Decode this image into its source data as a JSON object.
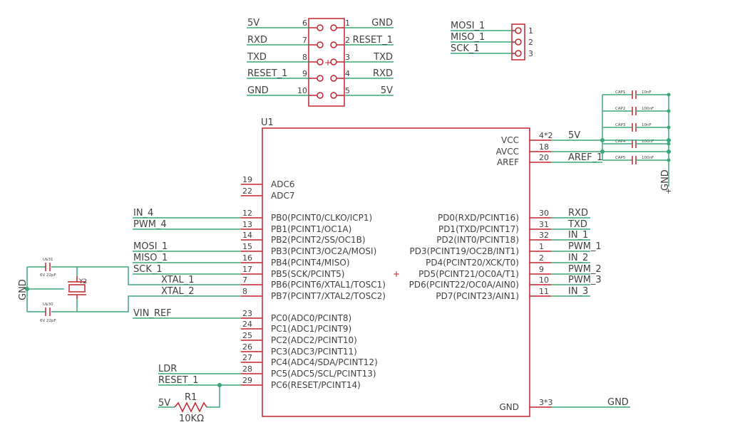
{
  "colors": {
    "wire": "#38a878",
    "symbol": "#c4222c",
    "text": "#404040",
    "background": "#ffffff"
  },
  "header6": {
    "left": [
      {
        "net": "5V",
        "pin": "6"
      },
      {
        "net": "RXD",
        "pin": "7"
      },
      {
        "net": "TXD",
        "pin": "8"
      },
      {
        "net": "RESET_1",
        "pin": "9"
      },
      {
        "net": "GND",
        "pin": "10"
      }
    ],
    "right": [
      {
        "net": "GND",
        "pin": "1"
      },
      {
        "net": "RESET_1",
        "pin": "2"
      },
      {
        "net": "TXD",
        "pin": "3"
      },
      {
        "net": "RXD",
        "pin": "4"
      },
      {
        "net": "5V",
        "pin": "5"
      }
    ]
  },
  "header3": {
    "pins": [
      {
        "net": "MOSI_1",
        "pin": "1"
      },
      {
        "net": "MISO_1",
        "pin": "2"
      },
      {
        "net": "SCK_1",
        "pin": "3"
      }
    ]
  },
  "caps": {
    "items": [
      {
        "name": "CAP1",
        "value": "10nF"
      },
      {
        "name": "CAP2",
        "value": "100nF"
      },
      {
        "name": "CAP3",
        "value": "10nF"
      },
      {
        "name": "CAP4",
        "value": "100nF"
      },
      {
        "name": "CAP5",
        "value": "100nF"
      }
    ],
    "gnd": "GND"
  },
  "u1": {
    "name": "U1",
    "left_pins": [
      {
        "num": "19",
        "name": "ADC6",
        "net": ""
      },
      {
        "num": "22",
        "name": "ADC7",
        "net": ""
      },
      {
        "num": "12",
        "name": "PB0(PCINT0/CLKO/ICP1)",
        "net": "IN_4"
      },
      {
        "num": "13",
        "name": "PB1(PCINT1/OC1A)",
        "net": "PWM_4"
      },
      {
        "num": "14",
        "name": "PB2(PCINT2/SS/OC1B)",
        "net": ""
      },
      {
        "num": "15",
        "name": "PB3(PCINT3/OC2A/MOSI)",
        "net": "MOSI_1"
      },
      {
        "num": "16",
        "name": "PB4(PCINT4/MISO)",
        "net": "MISO_1"
      },
      {
        "num": "17",
        "name": "PB5(SCK/PCINT5)",
        "net": "SCK_1"
      },
      {
        "num": "7",
        "name": "PB6(PCINT6/XTAL1/TOSC1)",
        "net": "XTAL_1"
      },
      {
        "num": "8",
        "name": "PB7(PCINT7/XTAL2/TOSC2)",
        "net": "XTAL_2"
      },
      {
        "num": "23",
        "name": "PC0(ADC0/PCINT8)",
        "net": "VIN_REF"
      },
      {
        "num": "24",
        "name": "PC1(ADC1/PCINT9)",
        "net": ""
      },
      {
        "num": "25",
        "name": "PC2(ADC2/PCINT10)",
        "net": ""
      },
      {
        "num": "26",
        "name": "PC3(ADC3/PCINT11)",
        "net": ""
      },
      {
        "num": "27",
        "name": "PC4(ADC4/SDA/PCINT12)",
        "net": ""
      },
      {
        "num": "28",
        "name": "PC5(ADC5/SCL/PCINT13)",
        "net": "LDR"
      },
      {
        "num": "29",
        "name": "PC6(RESET/PCINT14)",
        "net": "RESET_1"
      }
    ],
    "right_pins": [
      {
        "num": "4*2",
        "name": "VCC",
        "net": "5V"
      },
      {
        "num": "18",
        "name": "AVCC",
        "net": ""
      },
      {
        "num": "20",
        "name": "AREF",
        "net": "AREF_1"
      },
      {
        "num": "30",
        "name": "PD0(RXD/PCINT16)",
        "net": "RXD"
      },
      {
        "num": "31",
        "name": "PD1(TXD/PCINT17)",
        "net": "TXD"
      },
      {
        "num": "32",
        "name": "PD2(INT0/PCINT18)",
        "net": "IN_1"
      },
      {
        "num": "1",
        "name": "PD3(PCINT19/OC2B/INT1)",
        "net": "PWM_1"
      },
      {
        "num": "2",
        "name": "PD4(PCINT20/XCK/T0)",
        "net": "IN_2"
      },
      {
        "num": "9",
        "name": "PD5(PCINT21/OC0A/T1)",
        "net": "PWM_2"
      },
      {
        "num": "10",
        "name": "PD6(PCINT22/OC0A/AIN0)",
        "net": "PWM_3"
      },
      {
        "num": "11",
        "name": "PD7(PCINT23/AIN1)",
        "net": "IN_3"
      },
      {
        "num": "3*3",
        "name": "GND",
        "net": "GND"
      }
    ]
  },
  "crystal": {
    "name": "Y2",
    "cap_top_name": "U$31",
    "cap_top_value": "6V 22pF",
    "cap_bottom_name": "U$30",
    "cap_bottom_value": "6V 22pF",
    "gnd": "GND"
  },
  "resistor": {
    "name": "R1",
    "value": "10KΩ",
    "net": "5V"
  }
}
